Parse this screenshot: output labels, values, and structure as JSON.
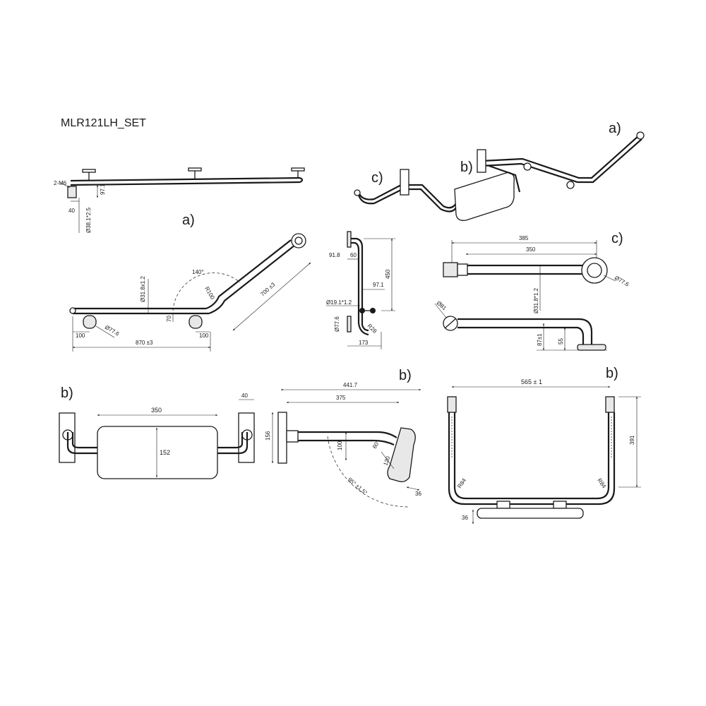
{
  "title": "MLR121LH_SET",
  "labels": {
    "a": "a)",
    "b": "b)",
    "c": "c)"
  },
  "top_view": {
    "thread": "2-M6",
    "d97": "97.1",
    "d40": "40",
    "tube": "Ø38.1*2.5"
  },
  "a_front": {
    "tube": "Ø31.8x1.2",
    "angle": "140°",
    "radius": "R100",
    "length_arm": "700 ±3",
    "d70": "70",
    "d100_left": "100",
    "d100_right": "100",
    "flange": "Ø77.6",
    "length_total": "870 ±3"
  },
  "a_side": {
    "d91": "91.8",
    "d60": "60",
    "d450": "450",
    "d97": "97.1",
    "tube": "Ø19.1*1.2",
    "flange": "Ø77.6",
    "radius": "R28",
    "d173": "173"
  },
  "c_view": {
    "d385": "385",
    "d350": "350",
    "flange": "Ø77.6",
    "tube": "Ø31.8*1.2",
    "d81": "Ø81",
    "d87": "87±1",
    "d55": "55"
  },
  "b_front": {
    "d350": "350",
    "d40": "40",
    "d152": "152"
  },
  "b_side": {
    "d441": "441.7",
    "d375": "375",
    "d156": "156",
    "d100": "100",
    "d60": "60°",
    "d120": "120",
    "angle": "95° ±1.5°",
    "d36": "36"
  },
  "b_top": {
    "d565": "565 ± 1",
    "d391": "391",
    "r_left": "R84",
    "r_right": "R84",
    "d36": "36"
  }
}
